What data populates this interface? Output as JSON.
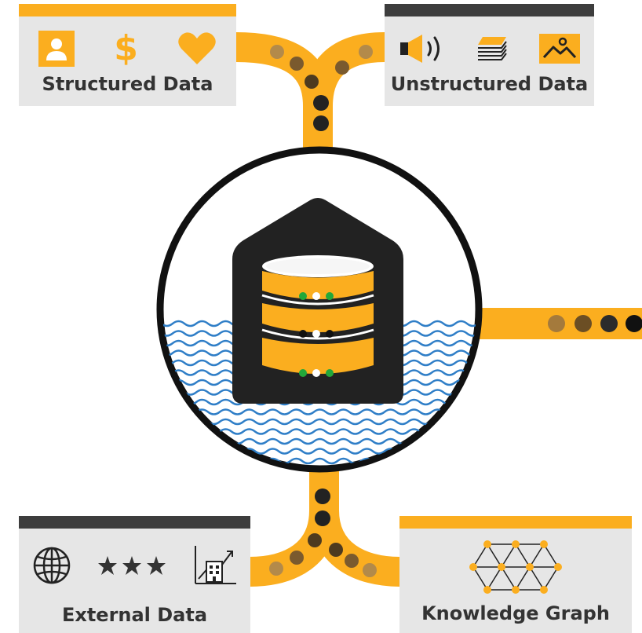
{
  "colors": {
    "accent": "#fbae1f",
    "dark": "#3d3d3d",
    "card_bg": "#e6e6e6",
    "water": "#2f7ec7",
    "led_green": "#22a83a",
    "led_white": "#ffffff",
    "led_black": "#111111"
  },
  "cards": {
    "structured": {
      "label": "Structured Data",
      "icons": [
        "person-icon",
        "dollar-icon",
        "heart-icon"
      ],
      "dollar_glyph": "$"
    },
    "unstructured": {
      "label": "Unstructured Data",
      "icons": [
        "speaker-icon",
        "documents-icon",
        "image-icon"
      ]
    },
    "external": {
      "label": "External Data",
      "icons": [
        "globe-icon",
        "stars-icon",
        "building-chart-icon"
      ]
    },
    "knowledge": {
      "label": "Knowledge Graph",
      "icons": [
        "knowledge-graph-icon"
      ]
    }
  },
  "center": {
    "icons": [
      "data-lake-circle",
      "database-house-icon",
      "water-waves"
    ]
  }
}
